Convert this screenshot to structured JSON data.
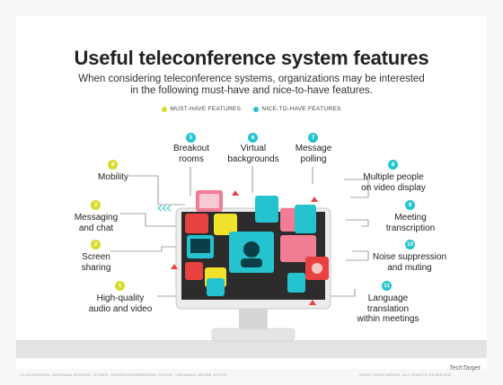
{
  "title": "Useful teleconference system features",
  "subtitle_line1": "When considering teleconference systems, organizations may be interested",
  "subtitle_line2": "in the following must-have and nice-to-have features.",
  "legend": {
    "must_have": "MUST-HAVE FEATURES",
    "nice_to_have": "NICE-TO-HAVE FEATURES"
  },
  "colors": {
    "must_have": "#d7dc2a",
    "nice_to_have": "#25c3cf",
    "accent_red": "#e8413f",
    "accent_pink": "#f27c93",
    "accent_yellow": "#f2e12a"
  },
  "features": [
    {
      "num": "1",
      "line1": "High-quality",
      "line2": "audio and video",
      "type": "must"
    },
    {
      "num": "2",
      "line1": "Screen",
      "line2": "sharing",
      "type": "must"
    },
    {
      "num": "3",
      "line1": "Messaging",
      "line2": "and chat",
      "type": "must"
    },
    {
      "num": "4",
      "line1": "Mobility",
      "line2": "",
      "type": "must"
    },
    {
      "num": "5",
      "line1": "Breakout",
      "line2": "rooms",
      "type": "nice"
    },
    {
      "num": "6",
      "line1": "Virtual",
      "line2": "backgrounds",
      "type": "nice"
    },
    {
      "num": "7",
      "line1": "Message",
      "line2": "polling",
      "type": "nice"
    },
    {
      "num": "8",
      "line1": "Multiple people",
      "line2": "on video display",
      "type": "nice"
    },
    {
      "num": "9",
      "line1": "Meeting",
      "line2": "transcription",
      "type": "nice"
    },
    {
      "num": "10",
      "line1": "Noise suppression",
      "line2": "and muting",
      "type": "nice"
    },
    {
      "num": "11",
      "line1": "Language",
      "line2": "translation",
      "line3": "within meetings",
      "type": "nice"
    }
  ],
  "credit": "ILLUSTRATION: NATANAELGINTING, OTHER, GEORGIOSSRMARNAO STOCK; TOONKAS/ ADOBE STOCK",
  "copyright": "©2021 TECHTARGET. ALL RIGHTS RESERVED",
  "brand": "TechTarget"
}
